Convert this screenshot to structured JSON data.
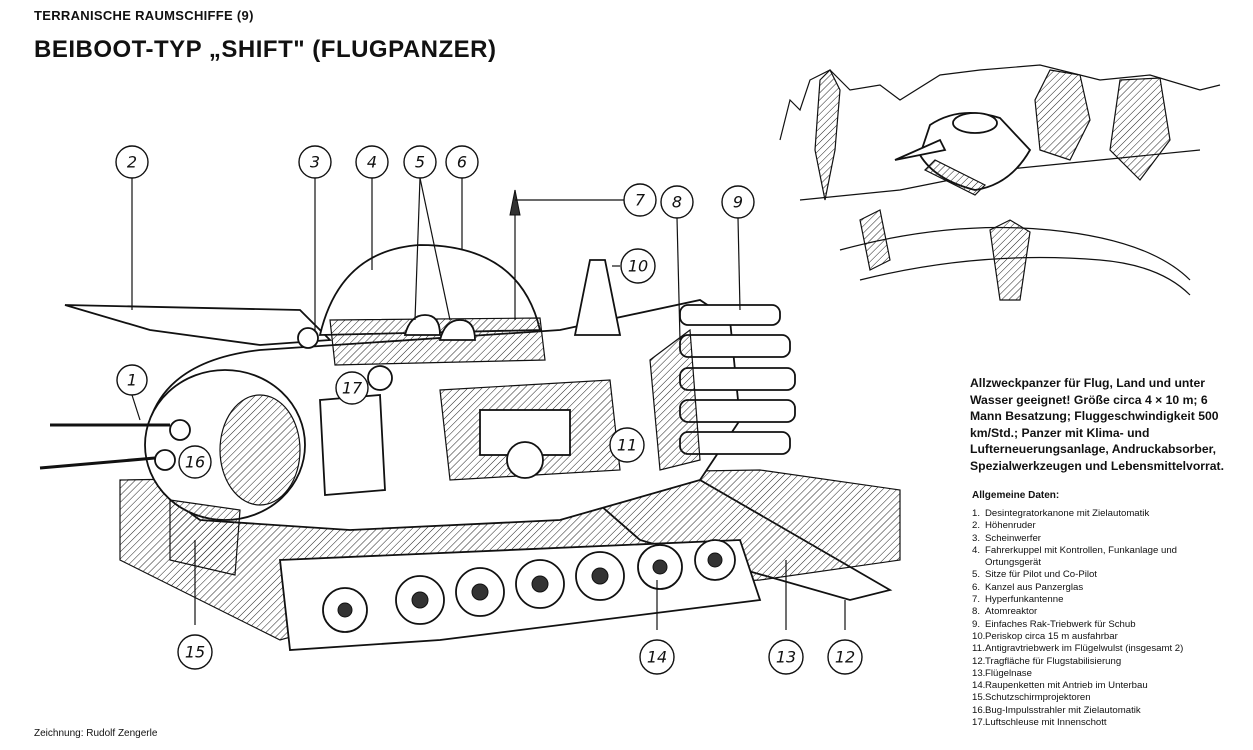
{
  "series_title": "TERRANISCHE RAUMSCHIFFE (9)",
  "main_title": "BEIBOOT-TYP „SHIFT\" (FLUGPANZER)",
  "description": "Allzweckpanzer für Flug, Land und unter Wasser geeignet! Größe circa 4 × 10 m; 6 Mann Besatzung; Fluggeschwindigkeit 500 km/Std.; Panzer mit Klima- und Lufterneuerungsanlage, Andruckabsorber, Spezialwerkzeugen und Lebensmittelvorrat.",
  "spec_heading": "Allgemeine Daten:",
  "specs": [
    {
      "n": "1.",
      "text": "Desintegratorkanone mit Zielautomatik"
    },
    {
      "n": "2.",
      "text": "Höhenruder"
    },
    {
      "n": "3.",
      "text": "Scheinwerfer"
    },
    {
      "n": "4.",
      "text": "Fahrerkuppel mit Kontrollen, Funkanlage und Ortungsgerät"
    },
    {
      "n": "5.",
      "text": "Sitze für Pilot und Co-Pilot"
    },
    {
      "n": "6.",
      "text": "Kanzel aus Panzerglas"
    },
    {
      "n": "7.",
      "text": "Hyperfunkantenne"
    },
    {
      "n": "8.",
      "text": "Atomreaktor"
    },
    {
      "n": "9.",
      "text": "Einfaches Rak-Triebwerk für Schub"
    },
    {
      "n": "10.",
      "text": "Periskop circa 15 m ausfahrbar"
    },
    {
      "n": "11.",
      "text": "Antigravtriebwerk im Flügelwulst (insgesamt 2)"
    },
    {
      "n": "12.",
      "text": "Tragfläche für Flugstabilisierung"
    },
    {
      "n": "13.",
      "text": "Flügelnase"
    },
    {
      "n": "14.",
      "text": "Raupenketten mit Antrieb im Unterbau"
    },
    {
      "n": "15.",
      "text": "Schutzschirmprojektoren"
    },
    {
      "n": "16.",
      "text": "Bug-Impulsstrahler mit Zielautomatik"
    },
    {
      "n": "17.",
      "text": "Luftschleuse mit Innenschott"
    }
  ],
  "callouts": {
    "c1": "1",
    "c2": "2",
    "c3": "3",
    "c4": "4",
    "c5": "5",
    "c6": "6",
    "c7": "7",
    "c8": "8",
    "c9": "9",
    "c10": "10",
    "c11": "11",
    "c12": "12",
    "c13": "13",
    "c14": "14",
    "c15": "15",
    "c16": "16",
    "c17": "17"
  },
  "credit": "Zeichnung: Rudolf Zengerle"
}
